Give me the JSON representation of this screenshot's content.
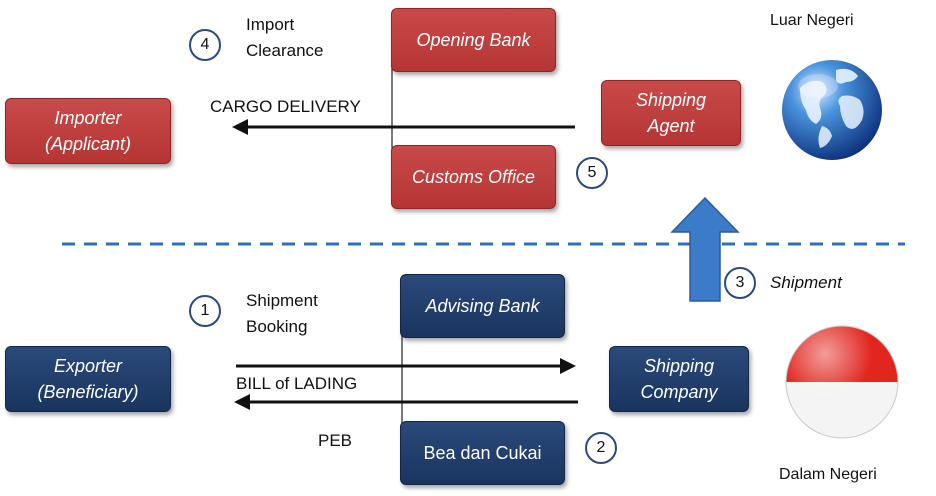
{
  "regions": {
    "abroad": "Luar Negeri",
    "domestic": "Dalam Negeri"
  },
  "nodes": {
    "opening_bank": "Opening Bank",
    "importer": "Importer\n(Applicant)",
    "shipping_agent": "Shipping\nAgent",
    "customs_office": "Customs Office",
    "advising_bank": "Advising Bank",
    "exporter": "Exporter\n(Beneficiary)",
    "shipping_company": "Shipping\nCompany",
    "bea_cukai": "Bea dan Cukai"
  },
  "labels": {
    "import_clearance": "Import\nClearance",
    "cargo_delivery": "CARGO DELIVERY",
    "shipment_booking": "Shipment\nBooking",
    "bill_of_lading": "BILL of LADING",
    "peb": "PEB",
    "shipment": "Shipment"
  },
  "steps": {
    "s1": "1",
    "s2": "2",
    "s3": "3",
    "s4": "4",
    "s5": "5"
  },
  "colors": {
    "red_box": "#b63434",
    "navy_box": "#1a345f",
    "divider": "#2e6fb5",
    "shipment_arrow": "#2e6fb5"
  },
  "icons": {
    "globe": "globe-icon",
    "flag": "indonesia-flag-icon"
  }
}
